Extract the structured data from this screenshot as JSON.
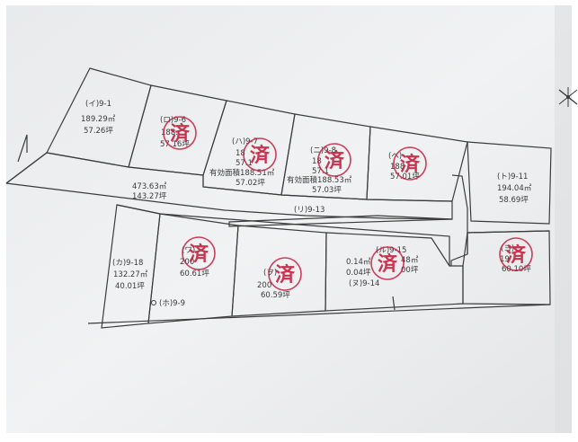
{
  "lots": [
    {
      "id": "i",
      "name": "(イ)9-1",
      "area": "189.29㎡",
      "tsubo": "57.26坪"
    },
    {
      "id": "ro",
      "name": "(ロ)9-6",
      "area": "188.",
      "tsubo": "57.16坪"
    },
    {
      "id": "ha",
      "name": "(ハ)9-7",
      "area": "18",
      "tsubo": "57.1",
      "effective": "有効面積188.51㎡",
      "effective_tsubo": "57.02坪"
    },
    {
      "id": "ni",
      "name": "(ニ)9-8",
      "area": "18",
      "tsubo": "57.1",
      "effective": "有効面積188.53㎡",
      "effective_tsubo": "57.03坪"
    },
    {
      "id": "ho2",
      "name": "(ヘ)",
      "area": "188",
      "tsubo": "57.01坪"
    },
    {
      "id": "to",
      "name": "(ト)9-11",
      "area": "194.04㎡",
      "tsubo": "58.69坪"
    },
    {
      "id": "large",
      "area": "473.63㎡",
      "tsubo": "143.27坪"
    },
    {
      "id": "ri",
      "name": "(リ)9-13"
    },
    {
      "id": "ka",
      "name": "(カ)9-18",
      "area": "132.27㎡",
      "tsubo": "40.01坪"
    },
    {
      "id": "wa",
      "name": "(ワ)",
      "area": "200",
      "tsubo": "60.61坪"
    },
    {
      "id": "wo",
      "name": "(ヲ)",
      "area": "200",
      "tsubo": "60.59坪"
    },
    {
      "id": "ru",
      "name": "(ル)9-15",
      "area": "48㎡",
      "tsubo": "00坪"
    },
    {
      "id": "nu",
      "name": "(ヌ)9-14",
      "area": "0.14㎡",
      "tsubo": "0.04坪"
    },
    {
      "id": "yo",
      "name": "(ヨ)",
      "area": "19",
      "tsubo": "60.10坪"
    },
    {
      "id": "ho",
      "name": "(ホ)9-9"
    }
  ],
  "stamp": {
    "char": "済",
    "color": "#c3203e"
  },
  "stamped_lots": [
    "ro",
    "ha",
    "ni",
    "ho2",
    "wa",
    "wo",
    "ru",
    "yo"
  ],
  "compass_icon": "north-arrow-icon"
}
